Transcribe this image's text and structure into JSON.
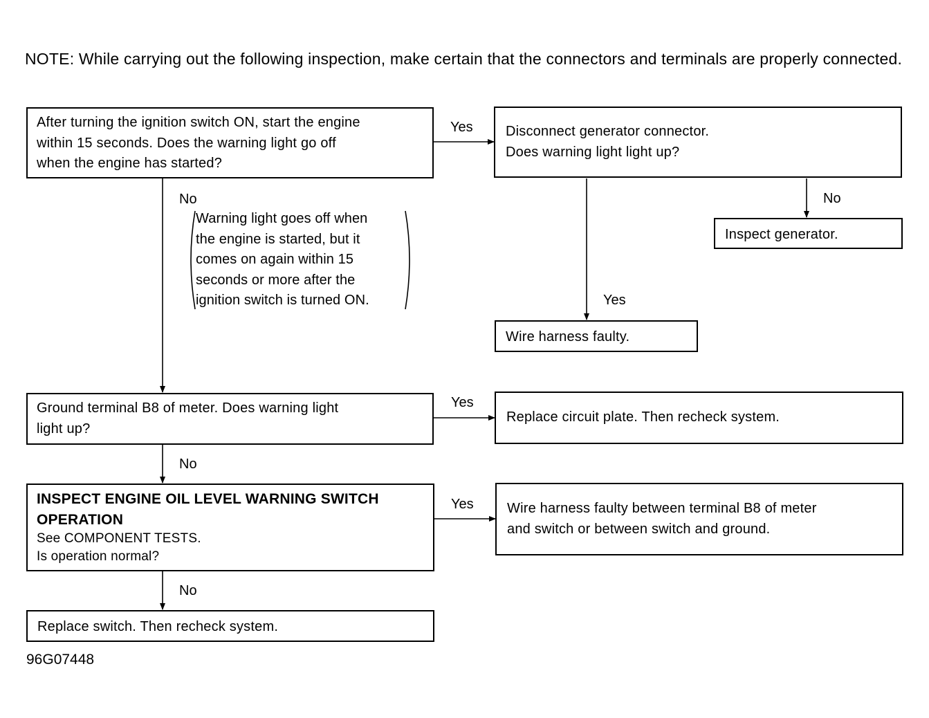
{
  "note": "NOTE:  While carrying out the following inspection, make certain that the connectors and terminals are properly connected.",
  "boxes": {
    "start": [
      "After turning the ignition switch ON, start the engine",
      "within 15 seconds. Does the warning light go off",
      "when the engine has started?"
    ],
    "disconnect": [
      "Disconnect generator connector.",
      "Does warning light light up?"
    ],
    "inspect_generator": "Inspect generator.",
    "harness_faulty": "Wire harness faulty.",
    "ground_terminal": [
      "Ground terminal B8 of meter. Does warning light",
      "light up?"
    ],
    "replace_plate": "Replace circuit plate. Then recheck system.",
    "inspect_switch_title": [
      "INSPECT ENGINE OIL LEVEL WARNING SWITCH",
      "OPERATION"
    ],
    "inspect_switch_sub": [
      "See COMPONENT TESTS.",
      "Is operation normal?"
    ],
    "harness_between": [
      "Wire harness faulty between terminal B8 of meter",
      "and switch or between switch and ground."
    ],
    "replace_switch": "Replace switch. Then recheck system."
  },
  "condition": [
    "Warning light goes off when",
    "the engine is started, but it",
    "comes on again within 15",
    "seconds or more after the",
    "ignition switch is turned ON."
  ],
  "labels": {
    "yes": "Yes",
    "no": "No"
  },
  "figure_code": "96G07448"
}
